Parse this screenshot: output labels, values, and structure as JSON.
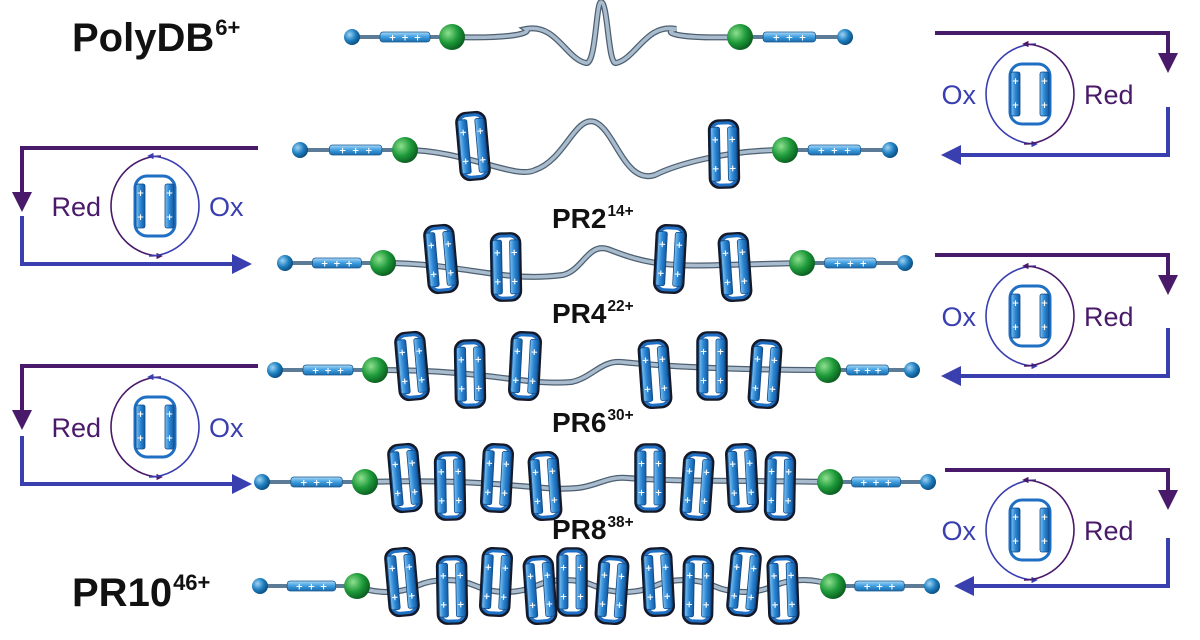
{
  "labels": {
    "polydb": {
      "base": "PolyDB",
      "charge": "6+"
    },
    "pr2": {
      "base": "PR2",
      "charge": "14+"
    },
    "pr4": {
      "base": "PR4",
      "charge": "22+"
    },
    "pr6": {
      "base": "PR6",
      "charge": "30+"
    },
    "pr8": {
      "base": "PR8",
      "charge": "38+"
    },
    "pr10": {
      "base": "PR10",
      "charge": "46+"
    }
  },
  "cycle": {
    "ox": "Ox",
    "red": "Red",
    "plus": "+"
  },
  "colors": {
    "stopper_green": "#1d9a3a",
    "stopper_blue": "#1e7fc0",
    "ring_blue": "#1f6fc4",
    "axle_gray": "#9fb0c0",
    "arrow_top": "#4a1a6a",
    "arrow_bottom": "#3a3fb0",
    "cycle_ox": "#3a3fb0",
    "cycle_red": "#4a1a6a"
  },
  "rows": [
    {
      "id": "polydb",
      "rings_per_side": 0
    },
    {
      "id": "intermediate-1",
      "rings_per_side": 1
    },
    {
      "id": "pr2",
      "rings_per_side": 2
    },
    {
      "id": "pr4",
      "rings_per_side": 3
    },
    {
      "id": "pr6",
      "rings_per_side": 4
    },
    {
      "id": "pr8",
      "rings_per_side": 5
    }
  ]
}
